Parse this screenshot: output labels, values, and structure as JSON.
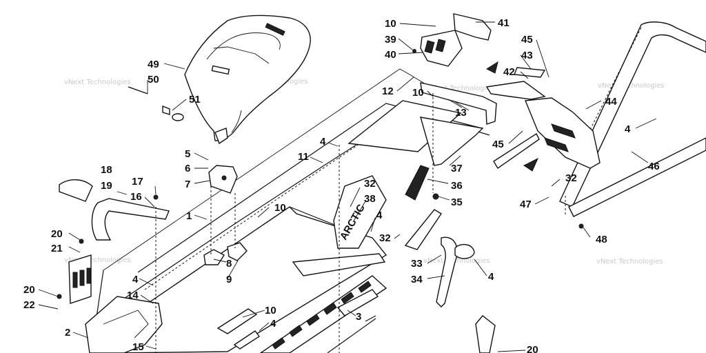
{
  "callouts": [
    {
      "id": "c10a",
      "text": "10"
    },
    {
      "id": "c41",
      "text": "41"
    },
    {
      "id": "c39",
      "text": "39"
    },
    {
      "id": "c45a",
      "text": "45"
    },
    {
      "id": "c40",
      "text": "40"
    },
    {
      "id": "c43",
      "text": "43"
    },
    {
      "id": "c42",
      "text": "42"
    },
    {
      "id": "c49",
      "text": "49"
    },
    {
      "id": "c50",
      "text": "50"
    },
    {
      "id": "c51",
      "text": "51"
    },
    {
      "id": "c12",
      "text": "12"
    },
    {
      "id": "c10b",
      "text": "10"
    },
    {
      "id": "c13",
      "text": "13"
    },
    {
      "id": "c44",
      "text": "44"
    },
    {
      "id": "c4a",
      "text": "4"
    },
    {
      "id": "c45b",
      "text": "45"
    },
    {
      "id": "c4b",
      "text": "4"
    },
    {
      "id": "c11",
      "text": "11"
    },
    {
      "id": "c5",
      "text": "5"
    },
    {
      "id": "c6",
      "text": "6"
    },
    {
      "id": "c7",
      "text": "7"
    },
    {
      "id": "c37",
      "text": "37"
    },
    {
      "id": "c46",
      "text": "46"
    },
    {
      "id": "c18",
      "text": "18"
    },
    {
      "id": "c19",
      "text": "19"
    },
    {
      "id": "c17",
      "text": "17"
    },
    {
      "id": "c16",
      "text": "16"
    },
    {
      "id": "c32a",
      "text": "32"
    },
    {
      "id": "c36",
      "text": "36"
    },
    {
      "id": "c38",
      "text": "38"
    },
    {
      "id": "c35",
      "text": "35"
    },
    {
      "id": "c32b",
      "text": "32"
    },
    {
      "id": "c47",
      "text": "47"
    },
    {
      "id": "c10c",
      "text": "10"
    },
    {
      "id": "c4c",
      "text": "4"
    },
    {
      "id": "c1",
      "text": "1"
    },
    {
      "id": "c20a",
      "text": "20"
    },
    {
      "id": "c32c",
      "text": "32"
    },
    {
      "id": "c48",
      "text": "48"
    },
    {
      "id": "c21",
      "text": "21"
    },
    {
      "id": "c8",
      "text": "8"
    },
    {
      "id": "c33",
      "text": "33"
    },
    {
      "id": "c9",
      "text": "9"
    },
    {
      "id": "c34",
      "text": "34"
    },
    {
      "id": "c4d",
      "text": "4"
    },
    {
      "id": "c4e",
      "text": "4"
    },
    {
      "id": "c20b",
      "text": "20"
    },
    {
      "id": "c14",
      "text": "14"
    },
    {
      "id": "c22",
      "text": "22"
    },
    {
      "id": "c10d",
      "text": "10"
    },
    {
      "id": "c3",
      "text": "3"
    },
    {
      "id": "c2",
      "text": "2"
    },
    {
      "id": "c4f",
      "text": "4"
    },
    {
      "id": "c15",
      "text": "15"
    },
    {
      "id": "c20c",
      "text": "20"
    }
  ],
  "watermark": "vNext Technologies",
  "colors": {
    "ink": "#111111",
    "watermark": "#c9c9c9",
    "background": "#ffffff"
  }
}
